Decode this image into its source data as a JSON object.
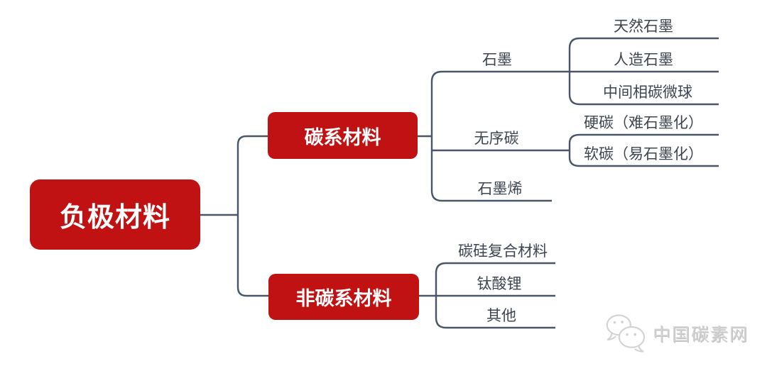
{
  "diagram": {
    "type": "mindmap",
    "root": {
      "label": "负极材料"
    },
    "branches": [
      {
        "label": "碳系材料",
        "children": [
          {
            "label": "石墨",
            "children": [
              {
                "label": "天然石墨"
              },
              {
                "label": "人造石墨"
              },
              {
                "label": "中间相碳微球"
              }
            ]
          },
          {
            "label": "无序碳",
            "children": [
              {
                "label": "硬碳（难石墨化）"
              },
              {
                "label": "软碳（易石墨化）"
              }
            ]
          },
          {
            "label": "石墨烯",
            "children": []
          }
        ]
      },
      {
        "label": "非碳系材料",
        "children": [
          {
            "label": "碳硅复合材料"
          },
          {
            "label": "钛酸锂"
          },
          {
            "label": "其他"
          }
        ]
      }
    ]
  },
  "watermark": {
    "text": "中国碳素网",
    "icon": "chat-bubbles-icon"
  },
  "colors": {
    "node_red": "#C01113",
    "line": "#4A5668",
    "label_text": "#3D4550",
    "watermark": "#D3D3D3",
    "background": "#FFFFFF"
  }
}
